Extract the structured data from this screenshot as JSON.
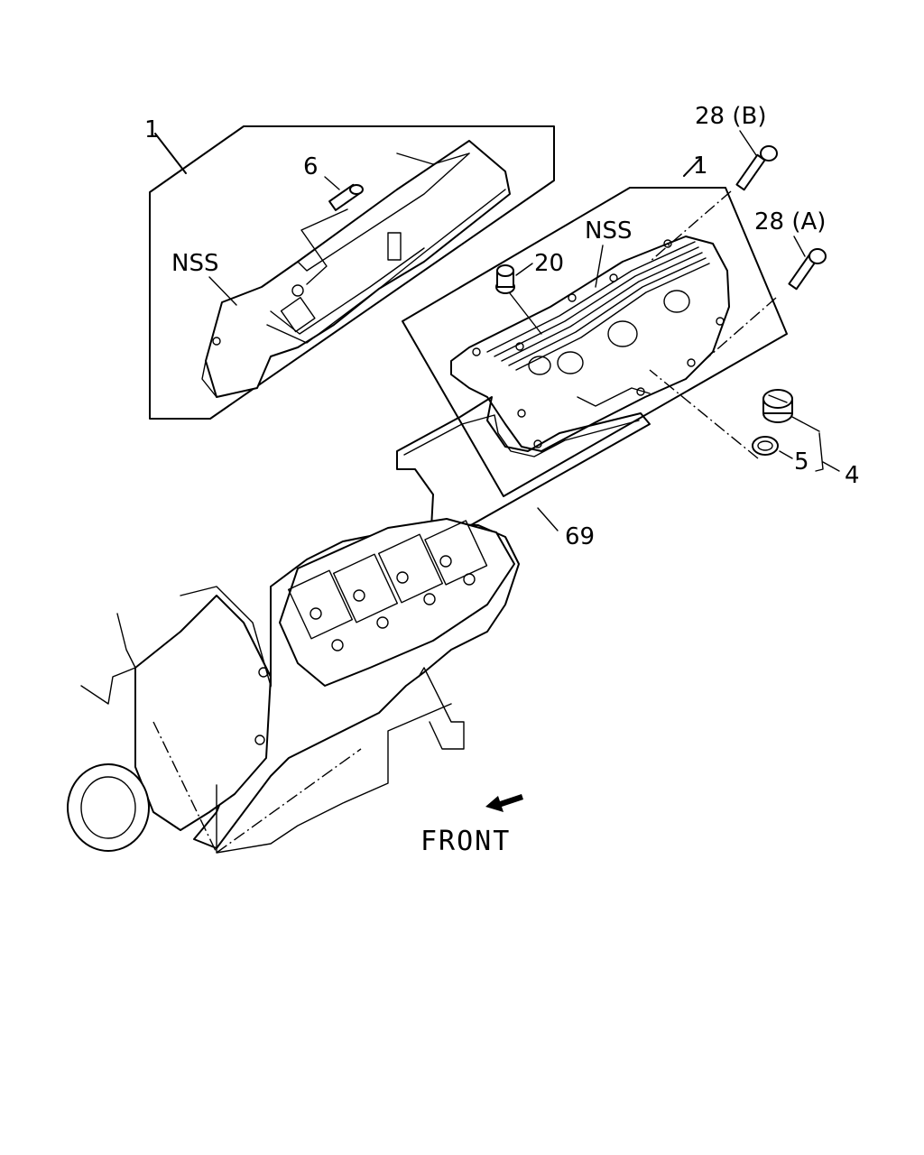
{
  "callouts": {
    "cover_left": "1",
    "cover_right": "1",
    "stud": "6",
    "nss_left": "NSS",
    "nss_right": "NSS",
    "plug": "20",
    "bolt_b": "28 (B)",
    "bolt_a": "28 (A)",
    "gasket": "69",
    "seal": "5",
    "cap_assembly": "4"
  },
  "front_label": "FRONT"
}
